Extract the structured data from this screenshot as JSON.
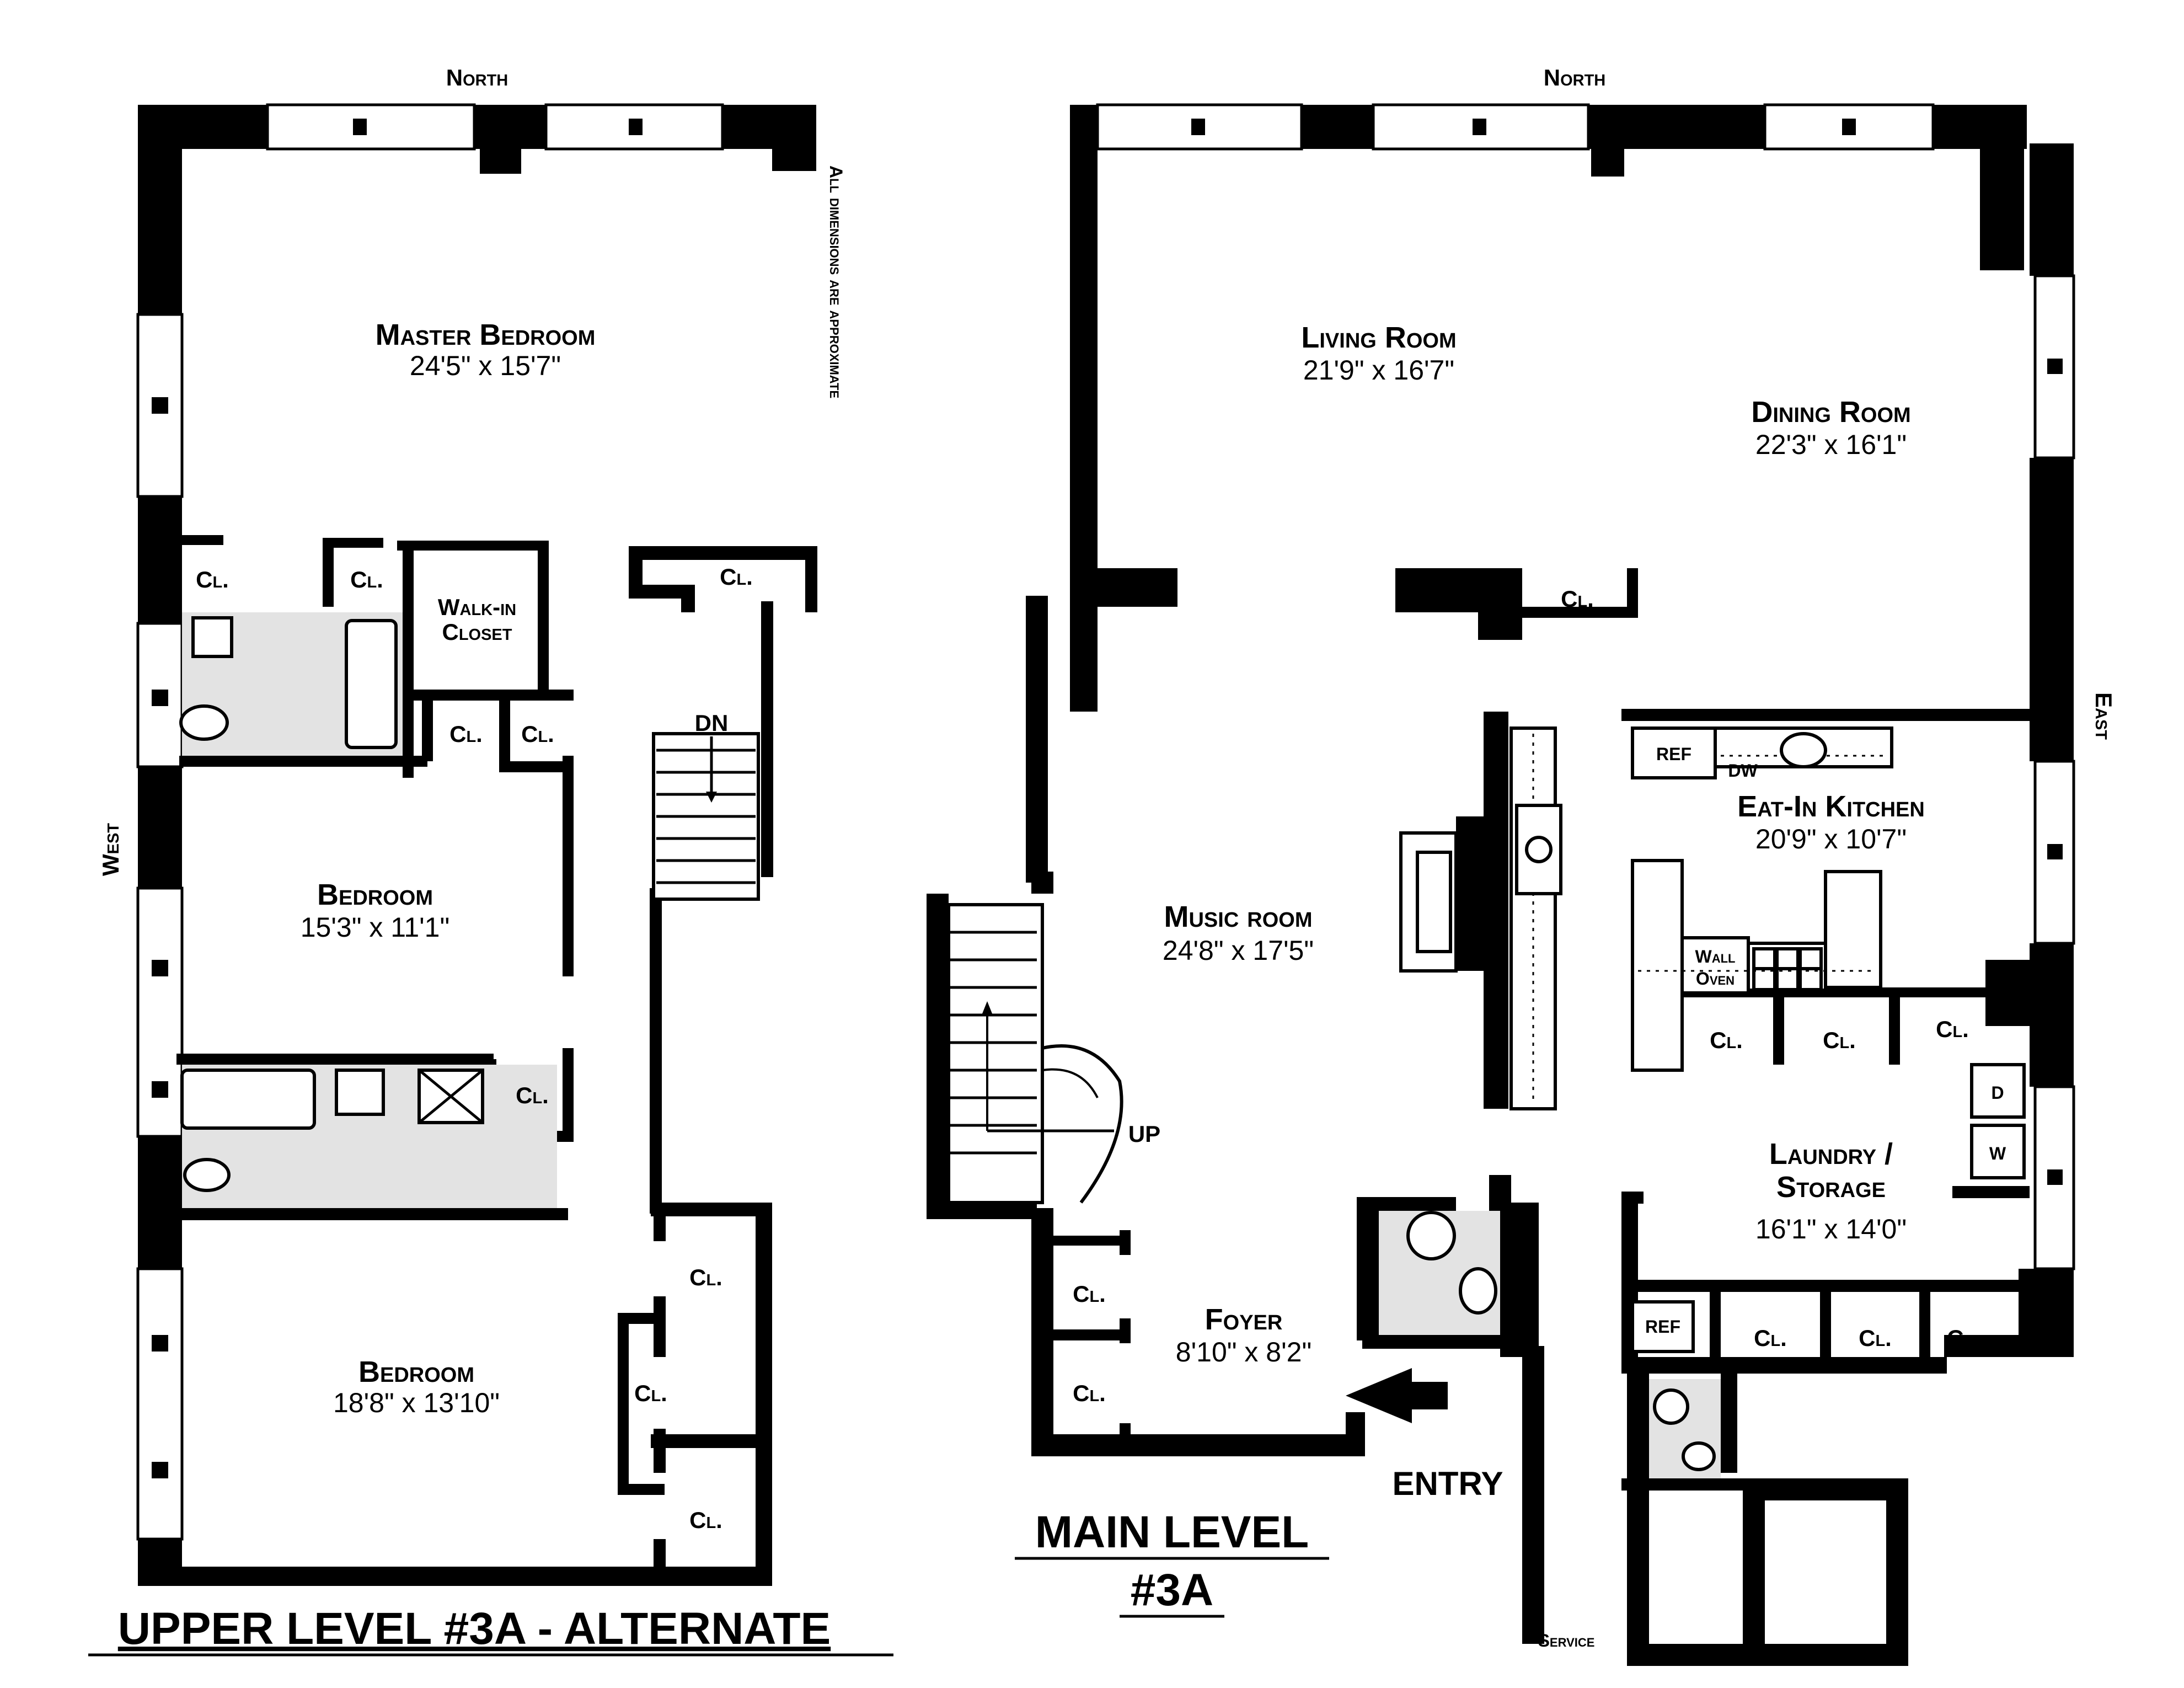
{
  "upper_level": {
    "title": "UPPER LEVEL #3A - ALTERNATE",
    "compass_north": "North",
    "compass_west": "West",
    "note": "All dimensions are approximate",
    "rooms": {
      "master_bedroom": {
        "name": "Master Bedroom",
        "dims": "24'5\"  x  15'7\""
      },
      "bedroom_1": {
        "name": "Bedroom",
        "dims": "15'3\"  x  11'1\""
      },
      "bedroom_2": {
        "name": "Bedroom",
        "dims": "18'8\"  x  13'10\""
      },
      "walk_in_closet": {
        "line1": "Walk-in",
        "line2": "Closet"
      }
    },
    "closet": "Cl.",
    "stair_down": "DN"
  },
  "main_level": {
    "title_line1": "MAIN  LEVEL",
    "title_line2": "#3A",
    "compass_north": "North",
    "compass_east": "East",
    "rooms": {
      "living_room": {
        "name": "Living Room",
        "dims": "21'9\"  x  16'7\""
      },
      "dining_room": {
        "name": "Dining Room",
        "dims": "22'3\"  x  16'1\""
      },
      "music_room": {
        "name": "Music room",
        "dims": "24'8\"  x  17'5\""
      },
      "kitchen": {
        "name": "Eat-In Kitchen",
        "dims": "20'9\"  x  10'7\""
      },
      "laundry": {
        "line1": "Laundry /",
        "line2": "Storage",
        "dims": "16'1\"  x  14'0\""
      },
      "foyer": {
        "name": "Foyer",
        "dims": "8'10\"  x  8'2\""
      }
    },
    "closet": "Cl.",
    "ref": "REF",
    "dw": "DW",
    "wall_oven_1": "Wall",
    "wall_oven_2": "Oven",
    "dryer": "D",
    "washer": "W",
    "stair_up": "UP",
    "entry": "ENTRY",
    "service": "Service"
  }
}
